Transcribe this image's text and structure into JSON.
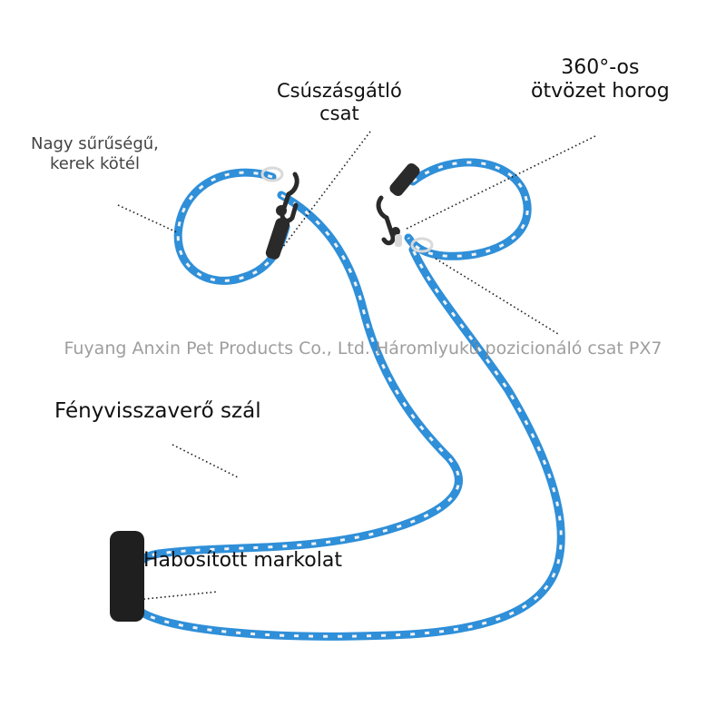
{
  "labels": {
    "rope": "Nagy sűrűségű,\nkerek kötél",
    "clasp": "Csúszásgátló\ncsat",
    "hook": "360°-os\nötvözet horog",
    "reflective": "Fényvisszaverő szál",
    "handle": "Habosított markolat"
  },
  "watermark": "Fuyang Anxin Pet Products Co., Ltd. Háromlyukú pozicionáló csat PX7",
  "colors": {
    "rope": "#2f8fd8",
    "rope_dark": "#1c6fb3",
    "reflective": "#f2f2f2",
    "handle": "#1f1f1f",
    "hardware": "#2a2a2a",
    "ring": "#d9d9d9"
  }
}
